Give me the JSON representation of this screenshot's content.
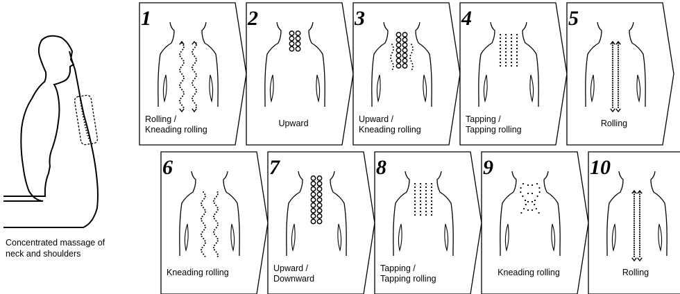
{
  "caption": {
    "line1": "Concentrated massage of",
    "line2": "neck and shoulders"
  },
  "steps": [
    {
      "number": "1",
      "label_lines": [
        "Rolling /",
        "Kneading rolling"
      ],
      "align": "left",
      "pattern": "wavy-double"
    },
    {
      "number": "2",
      "label_lines": [
        "Upward"
      ],
      "align": "center",
      "pattern": "circles-neck"
    },
    {
      "number": "3",
      "label_lines": [
        "Upward /",
        "Kneading rolling"
      ],
      "align": "left",
      "pattern": "circles-upper-back"
    },
    {
      "number": "4",
      "label_lines": [
        "Tapping /",
        "Tapping rolling"
      ],
      "align": "left",
      "pattern": "dots-grid"
    },
    {
      "number": "5",
      "label_lines": [
        "Rolling"
      ],
      "align": "center",
      "pattern": "straight-double"
    },
    {
      "number": "6",
      "label_lines": [
        "Kneading rolling"
      ],
      "align": "left",
      "pattern": "wavy-double-plain"
    },
    {
      "number": "7",
      "label_lines": [
        "Upward /",
        "Downward"
      ],
      "align": "left",
      "pattern": "circles-column"
    },
    {
      "number": "8",
      "label_lines": [
        "Tapping /",
        "Tapping rolling"
      ],
      "align": "left",
      "pattern": "dots-grid"
    },
    {
      "number": "9",
      "label_lines": [
        "Kneading rolling"
      ],
      "align": "center",
      "pattern": "scatter"
    },
    {
      "number": "10",
      "label_lines": [
        "Rolling"
      ],
      "align": "center",
      "pattern": "straight-double"
    }
  ]
}
